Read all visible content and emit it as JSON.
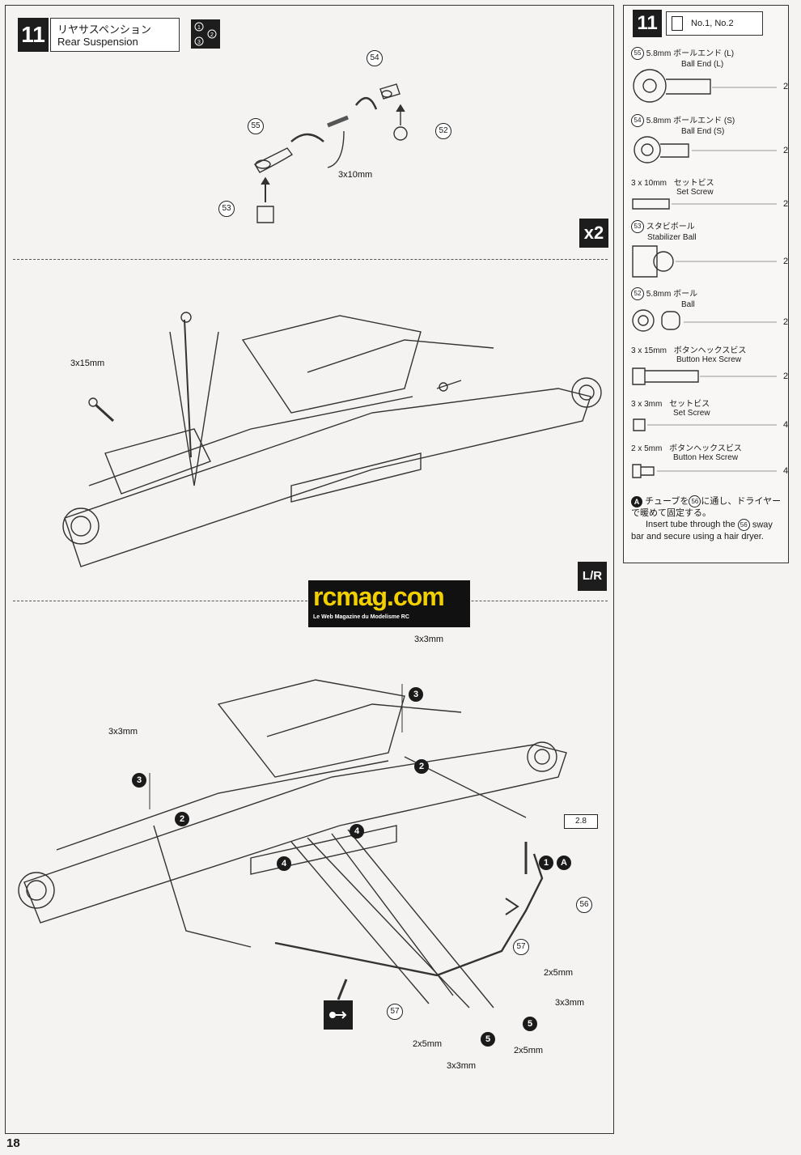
{
  "step": {
    "number": "11",
    "title_jp": "リヤサスペンション",
    "title_en": "Rear Suspension"
  },
  "panel1": {
    "multiplier": "x2",
    "screw_label": "3x10mm",
    "parts": [
      "55",
      "54",
      "52",
      "53"
    ]
  },
  "panel2": {
    "screw_label": "3x15mm",
    "side_icon": "L/R"
  },
  "panel3": {
    "top_screw": "3x3mm",
    "left_screw": "3x3mm",
    "ratio": "2.8",
    "steps": [
      "1",
      "2",
      "3",
      "4",
      "5"
    ],
    "letter": "A",
    "parts": [
      "56",
      "57",
      "57"
    ],
    "screw_labels": {
      "r1": "2x5mm",
      "r2": "3x3mm",
      "b1": "2x5mm",
      "b2": "3x3mm",
      "b3": "2x5mm"
    }
  },
  "sidebar": {
    "step_number": "11",
    "bag_label": "No.1, No.2",
    "items": [
      {
        "num": "55",
        "size": "5.8mm",
        "jp": "ボールエンド (L)",
        "en": "Ball End (L)",
        "qty": "2",
        "icon": "ball-end-large-icon"
      },
      {
        "num": "54",
        "size": "5.8mm",
        "jp": "ボールエンド (S)",
        "en": "Ball End (S)",
        "qty": "2",
        "icon": "ball-end-small-icon"
      },
      {
        "num": "",
        "size": "3 x 10mm",
        "jp": "セットビス",
        "en": "Set Screw",
        "qty": "2",
        "icon": "set-screw-icon"
      },
      {
        "num": "53",
        "size": "",
        "jp": "スタビボール",
        "en": "Stabilizer Ball",
        "qty": "2",
        "icon": "stabilizer-ball-icon"
      },
      {
        "num": "52",
        "size": "5.8mm",
        "jp": "ボール",
        "en": "Ball",
        "qty": "2",
        "icon": "ball-icon"
      },
      {
        "num": "",
        "size": "3 x 15mm",
        "jp": "ボタンヘックスビス",
        "en": "Button Hex Screw",
        "qty": "2",
        "icon": "button-hex-screw-icon"
      },
      {
        "num": "",
        "size": "3 x 3mm",
        "jp": "セットビス",
        "en": "Set Screw",
        "qty": "4",
        "icon": "set-screw-short-icon"
      },
      {
        "num": "",
        "size": "2 x 5mm",
        "jp": "ボタンヘックスビス",
        "en": "Button Hex Screw",
        "qty": "4",
        "icon": "small-button-screw-icon"
      }
    ],
    "note": {
      "letter": "A",
      "jp_prefix": "チューブを",
      "part": "56",
      "jp_suffix": "に通し、ドライヤーで暖めて固定する。",
      "en_prefix": "Insert tube through the",
      "en_suffix": "sway bar and secure using a hair dryer."
    }
  },
  "watermark": {
    "brand": "rcmag.com",
    "tagline": "Le Web Magazine du Modelisme RC"
  },
  "page_number": "18"
}
